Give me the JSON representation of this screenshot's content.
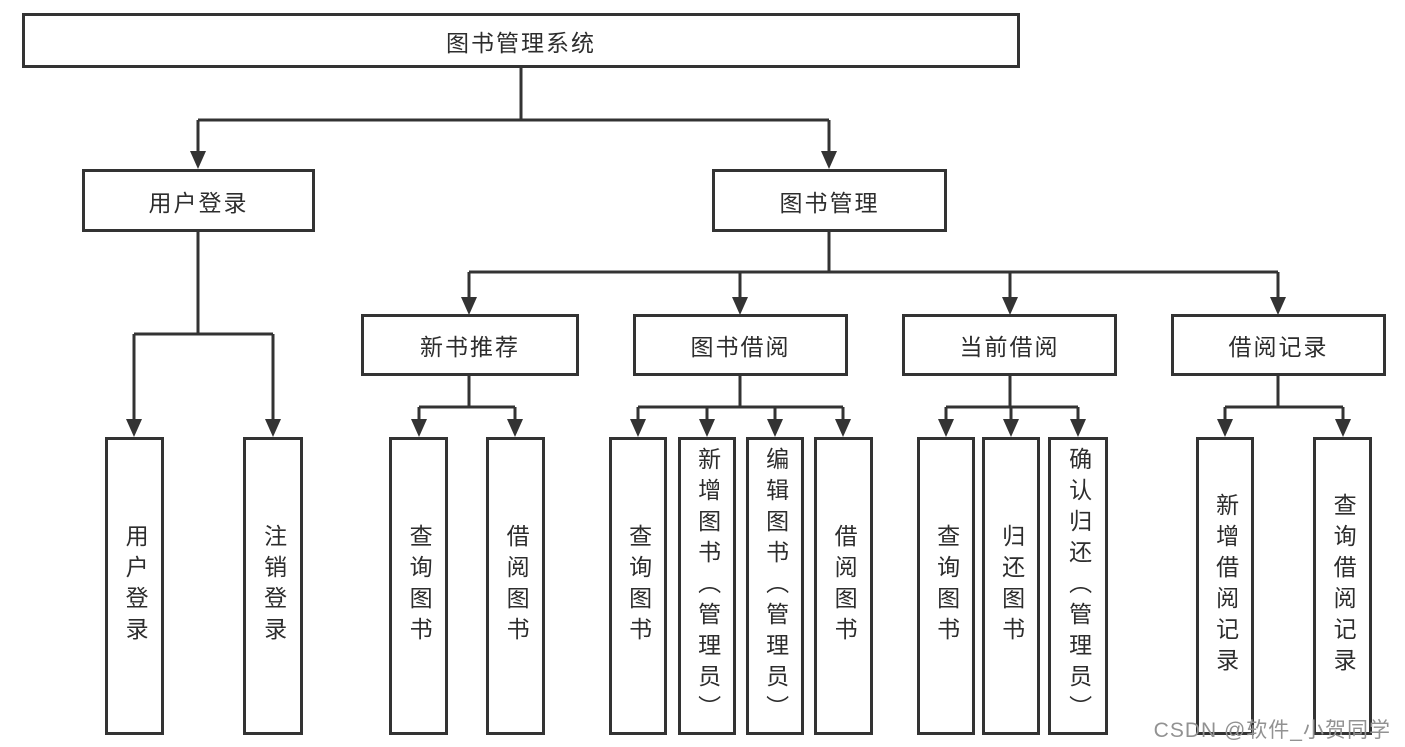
{
  "tree": {
    "label": "图书管理系统",
    "children": [
      {
        "label": "用户登录",
        "children": [
          {
            "label": "用户登录"
          },
          {
            "label": "注销登录"
          }
        ]
      },
      {
        "label": "图书管理",
        "children": [
          {
            "label": "新书推荐",
            "children": [
              {
                "label": "查询图书"
              },
              {
                "label": "借阅图书"
              }
            ]
          },
          {
            "label": "图书借阅",
            "children": [
              {
                "label": "查询图书"
              },
              {
                "label": "新增图书（管理员）"
              },
              {
                "label": "编辑图书（管理员）"
              },
              {
                "label": "借阅图书"
              }
            ]
          },
          {
            "label": "当前借阅",
            "children": [
              {
                "label": "查询图书"
              },
              {
                "label": "归还图书"
              },
              {
                "label": "确认归还（管理员）"
              }
            ]
          },
          {
            "label": "借阅记录",
            "children": [
              {
                "label": "新增借阅记录"
              },
              {
                "label": "查询借阅记录"
              }
            ]
          }
        ]
      }
    ]
  },
  "watermark": {
    "text": "CSDN @软件_小贺同学"
  },
  "colors": {
    "line": "#333333",
    "text": "#2d2d2d",
    "watermark": "#929292",
    "background": "#ffffff"
  }
}
